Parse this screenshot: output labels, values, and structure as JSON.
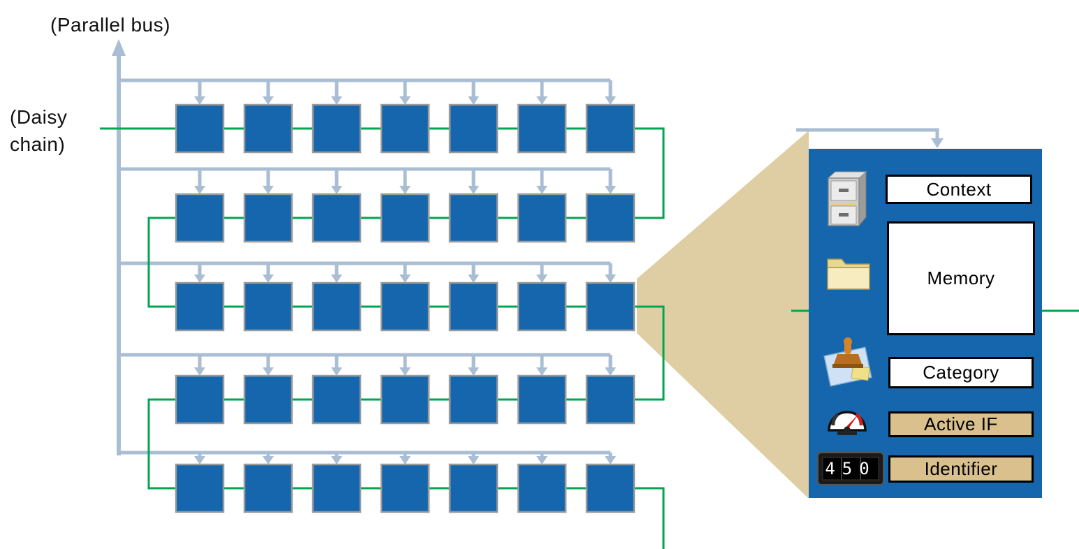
{
  "labels": {
    "parallel_bus": "(Parallel bus)",
    "daisy_chain": "(Daisy\nchain)"
  },
  "panel": {
    "fields": [
      {
        "name": "context",
        "label": "Context",
        "style": "white",
        "icon": "file-cabinet-icon"
      },
      {
        "name": "memory",
        "label": "Memory",
        "style": "white",
        "icon": "folder-icon"
      },
      {
        "name": "category",
        "label": "Category",
        "style": "white",
        "icon": "stamp-icon"
      },
      {
        "name": "active_if",
        "label": "Active IF",
        "style": "tan",
        "icon": "gauge-icon"
      },
      {
        "name": "identifier",
        "label": "Identifier",
        "style": "tan",
        "icon": "counter-icon"
      }
    ],
    "counter_digits": "450"
  },
  "diagram": {
    "grid": {
      "rows": 5,
      "cols": 7
    },
    "colors": {
      "node_fill": "#1566AD",
      "node_border": "#9B9B9B",
      "bus": "#A9BDD3",
      "daisy": "#00A550",
      "cone": "#DFCEA3",
      "panel_fill": "#1566AD",
      "tan_box": "#D9C08C"
    }
  }
}
